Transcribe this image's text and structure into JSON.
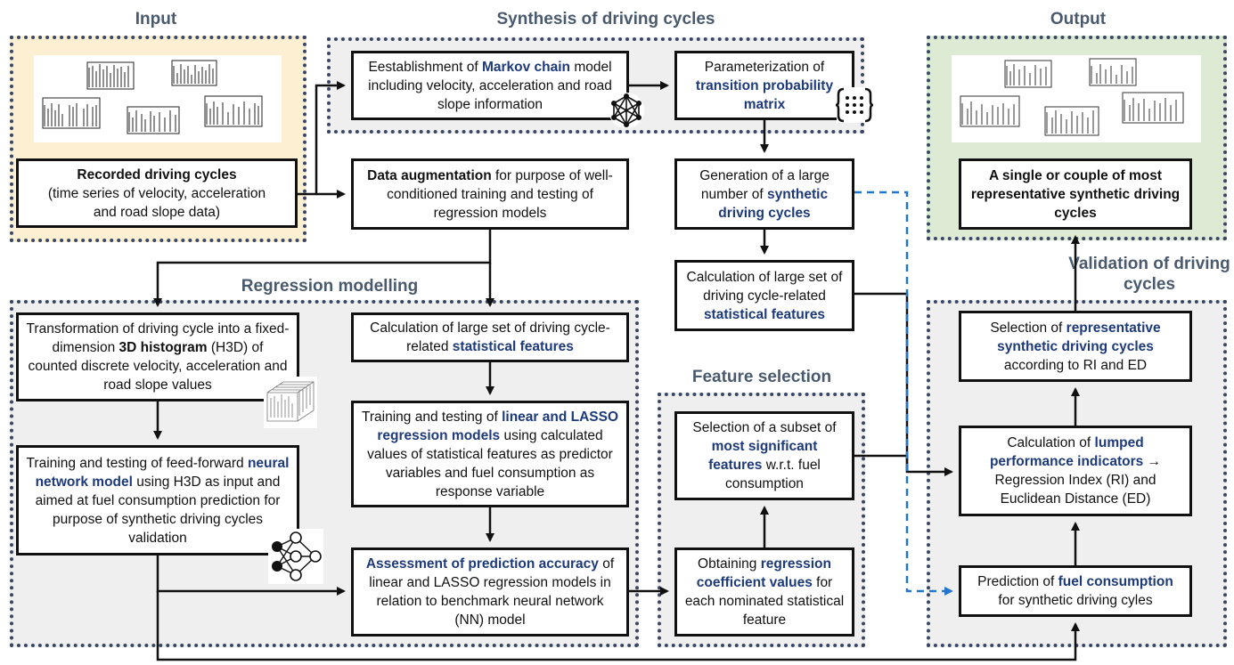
{
  "titles": {
    "input": "Input",
    "synthesis": "Synthesis of driving cycles",
    "output": "Output",
    "regression": "Regression modelling",
    "feature_selection": "Feature selection",
    "validation": "Validation of driving cycles"
  },
  "boxes": {
    "recorded": {
      "line1": "Recorded driving cycles",
      "line2": "(time series of velocity, acceleration",
      "line3": "and road slope data)"
    },
    "markov": {
      "pre": "Eestablishment of ",
      "hl": "Markov chain",
      "post": " model including velocity, acceleration and road slope information"
    },
    "param": {
      "pre": "Parameterization of ",
      "hl": "transition probability matrix"
    },
    "augment": {
      "hl": "Data augmentation",
      "post": " for purpose of well-conditioned training and testing of regression models"
    },
    "generation": {
      "pre": "Generation of a large number of ",
      "hl": "synthetic driving cycles"
    },
    "calc_synth": {
      "pre": "Calculation of large set of driving cycle-related ",
      "hl": "statistical features"
    },
    "output_box": {
      "text": "A single or couple of most representative synthetic driving cycles"
    },
    "selection_rep": {
      "pre": "Selection of ",
      "hl": "representative synthetic driving cycles",
      "post": " according to RI and ED"
    },
    "transform": {
      "pre": "Transformation of driving cycle into a fixed-dimension ",
      "hl": "3D histogram",
      "post": " (H3D) of counted discrete velocity, acceleration and road slope values"
    },
    "calc_reg": {
      "pre": "Calculation of large set of driving cycle-related ",
      "hl": "statistical features"
    },
    "training_lin": {
      "pre": "Training and testing of ",
      "hl": "linear and LASSO regression models",
      "post": " using calculated values of statistical features as predictor variables and fuel consumption  as response variable"
    },
    "training_nn": {
      "pre": "Training and testing of feed-forward ",
      "hl": "neural network model",
      "post": " using H3D as input and aimed at fuel consumption prediction for purpose of synthetic driving cycles validation"
    },
    "assessment": {
      "hl": "Assessment of prediction accuracy",
      "post": " of linear and LASSO regression models in relation to benchmark neural network (NN) model"
    },
    "subset": {
      "pre": "Selection of a subset of ",
      "hl": "most significant features",
      "post": " w.r.t. fuel consumption"
    },
    "coeff": {
      "pre": "Obtaining ",
      "hl": "regression coefficient values",
      "post": " for each nominated statistical feature"
    },
    "lumped": {
      "pre": "Calculation of ",
      "hl": "lumped performance indicators",
      "arrow": " →",
      "post": " Regression Index (RI) and Euclidean Distance (ED)"
    },
    "prediction": {
      "pre": "Prediction of ",
      "hl": "fuel consumption",
      "post": " for synthetic driving cyles"
    }
  },
  "colors": {
    "highlight": "#1d3a7a",
    "dashed_link": "#2277cc",
    "input_bg": "#fdf0d2",
    "output_bg": "#deebd4",
    "region_bg": "#efefef"
  },
  "icons": [
    "markov-graph-icon",
    "matrix-icon",
    "histogram-3d-icon",
    "neural-network-icon"
  ]
}
